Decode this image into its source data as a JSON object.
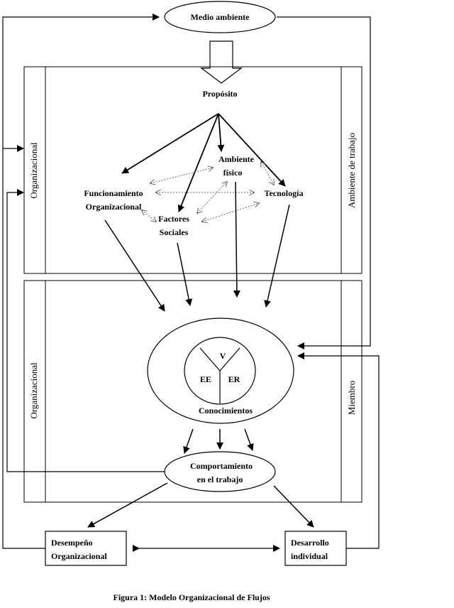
{
  "nodes": {
    "medio_ambiente": "Medio ambiente",
    "proposito": "Propósito",
    "ambiente_fisico_1": "Ambiente",
    "ambiente_fisico_2": "físico",
    "funcionamiento_1": "Funcionamiento",
    "funcionamiento_2": "Organizacional",
    "tecnologia": "Tecnología",
    "factores_1": "Factores",
    "factores_2": "Sociales",
    "v": "V",
    "ee": "EE",
    "er": "ER",
    "conocimientos": "Conocimientos",
    "comportamiento_1": "Comportamiento",
    "comportamiento_2": "en el trabajo",
    "desempeno_1": "Desempeño",
    "desempeno_2": "Organizacional",
    "desarrollo_1": "Desarrollo",
    "desarrollo_2": "individual"
  },
  "side_labels": {
    "top_left": "Organizacional",
    "top_right": "Ambiente de trabajo",
    "bottom_left": "Organizacional",
    "bottom_right": "Miembro"
  },
  "caption": "Figura 1: Modelo Organizacional de Flujos"
}
